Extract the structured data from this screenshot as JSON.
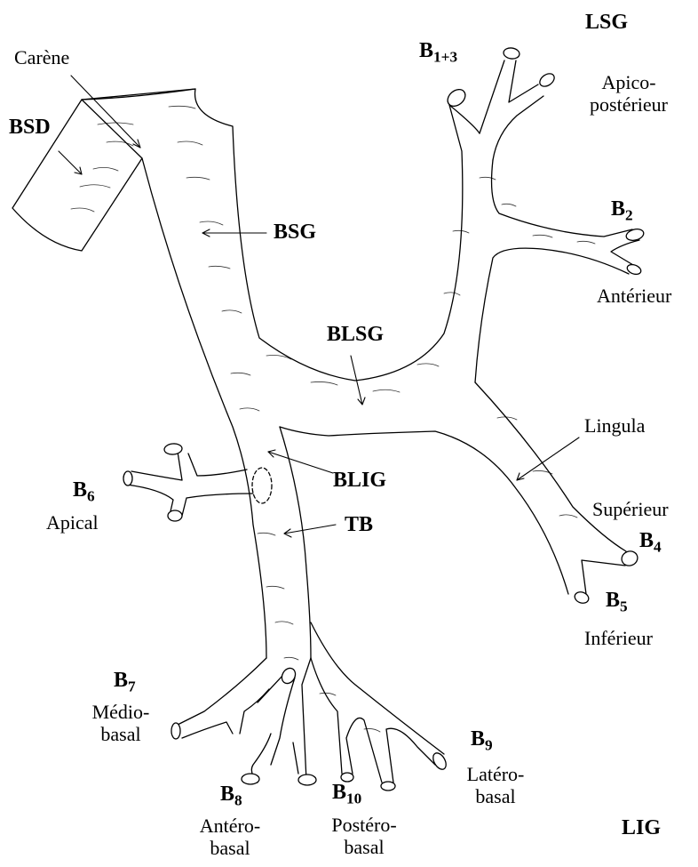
{
  "labels": {
    "lsg": "LSG",
    "b13": {
      "base": "B",
      "sub": "1+3"
    },
    "apico": "Apico-",
    "posterieur": "postérieur",
    "carene": "Carène",
    "bsd": "BSD",
    "bsg": "BSG",
    "b2": {
      "base": "B",
      "sub": "2"
    },
    "anterieur": "Antérieur",
    "blsg": "BLSG",
    "lingula": "Lingula",
    "blig": "BLIG",
    "b6": {
      "base": "B",
      "sub": "6"
    },
    "apical": "Apical",
    "tb": "TB",
    "superieur": "Supérieur",
    "b4": {
      "base": "B",
      "sub": "4"
    },
    "b5": {
      "base": "B",
      "sub": "5"
    },
    "inferieur": "Inférieur",
    "b7": {
      "base": "B",
      "sub": "7"
    },
    "medio": "Médio-",
    "basal7": "basal",
    "b9": {
      "base": "B",
      "sub": "9"
    },
    "latero": "Latéro-",
    "basal9": "basal",
    "b8": {
      "base": "B",
      "sub": "8"
    },
    "antero": "Antéro-",
    "basal8": "basal",
    "b10": {
      "base": "B",
      "sub": "10"
    },
    "postero": "Postéro-",
    "basal10": "basal",
    "lig": "LIG"
  },
  "colors": {
    "ink": "#000000",
    "background": "#ffffff"
  }
}
